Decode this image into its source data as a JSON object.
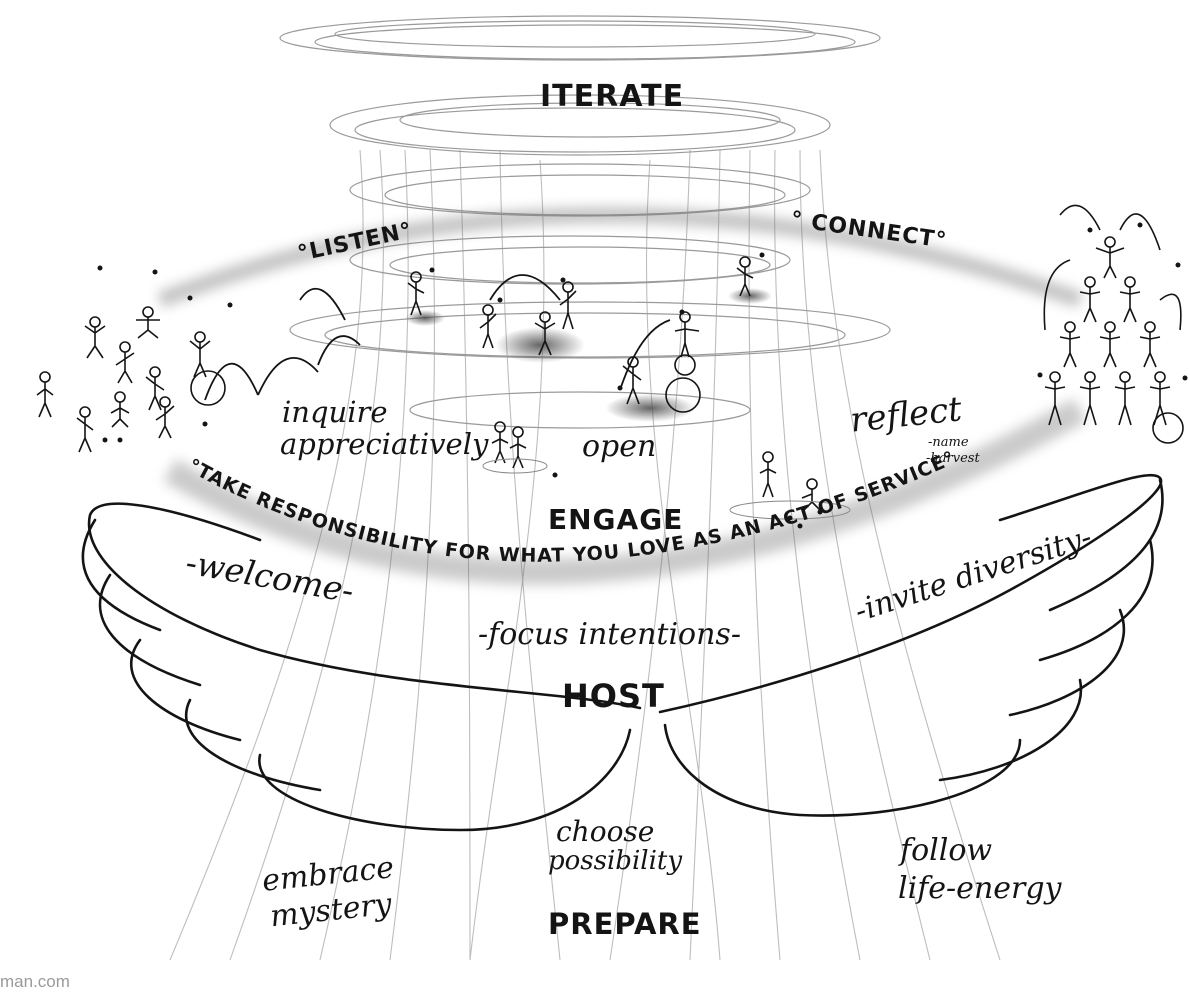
{
  "labels": {
    "iterate": "ITERATE",
    "listen": "°LISTEN°",
    "connect": "° CONNECT°",
    "inquire_1": "inquire",
    "inquire_2": "appreciatively",
    "open": "open",
    "reflect": "reflect",
    "reflect_name": "-name",
    "reflect_harvest": "-harvest",
    "engage": "ENGAGE",
    "take_responsibility": "°TAKE RESPONSIBILITY FOR WHAT YOU LOVE AS AN ACT OF SERVICE°",
    "welcome": "-welcome-",
    "invite_diversity": "-invite diversity-",
    "focus_intentions": "-focus  intentions-",
    "host": "HOST",
    "choose_1": "choose",
    "choose_2": "possibility",
    "embrace_1": "embrace",
    "embrace_2": "mystery",
    "follow_1": "follow",
    "follow_2": "life-energy",
    "prepare": "PREPARE"
  },
  "footer": "man.com",
  "colors": {
    "ink": "#141414",
    "pencil": "#9c9c9c",
    "shadow": "#5a5a5a",
    "paper": "#ffffff"
  }
}
